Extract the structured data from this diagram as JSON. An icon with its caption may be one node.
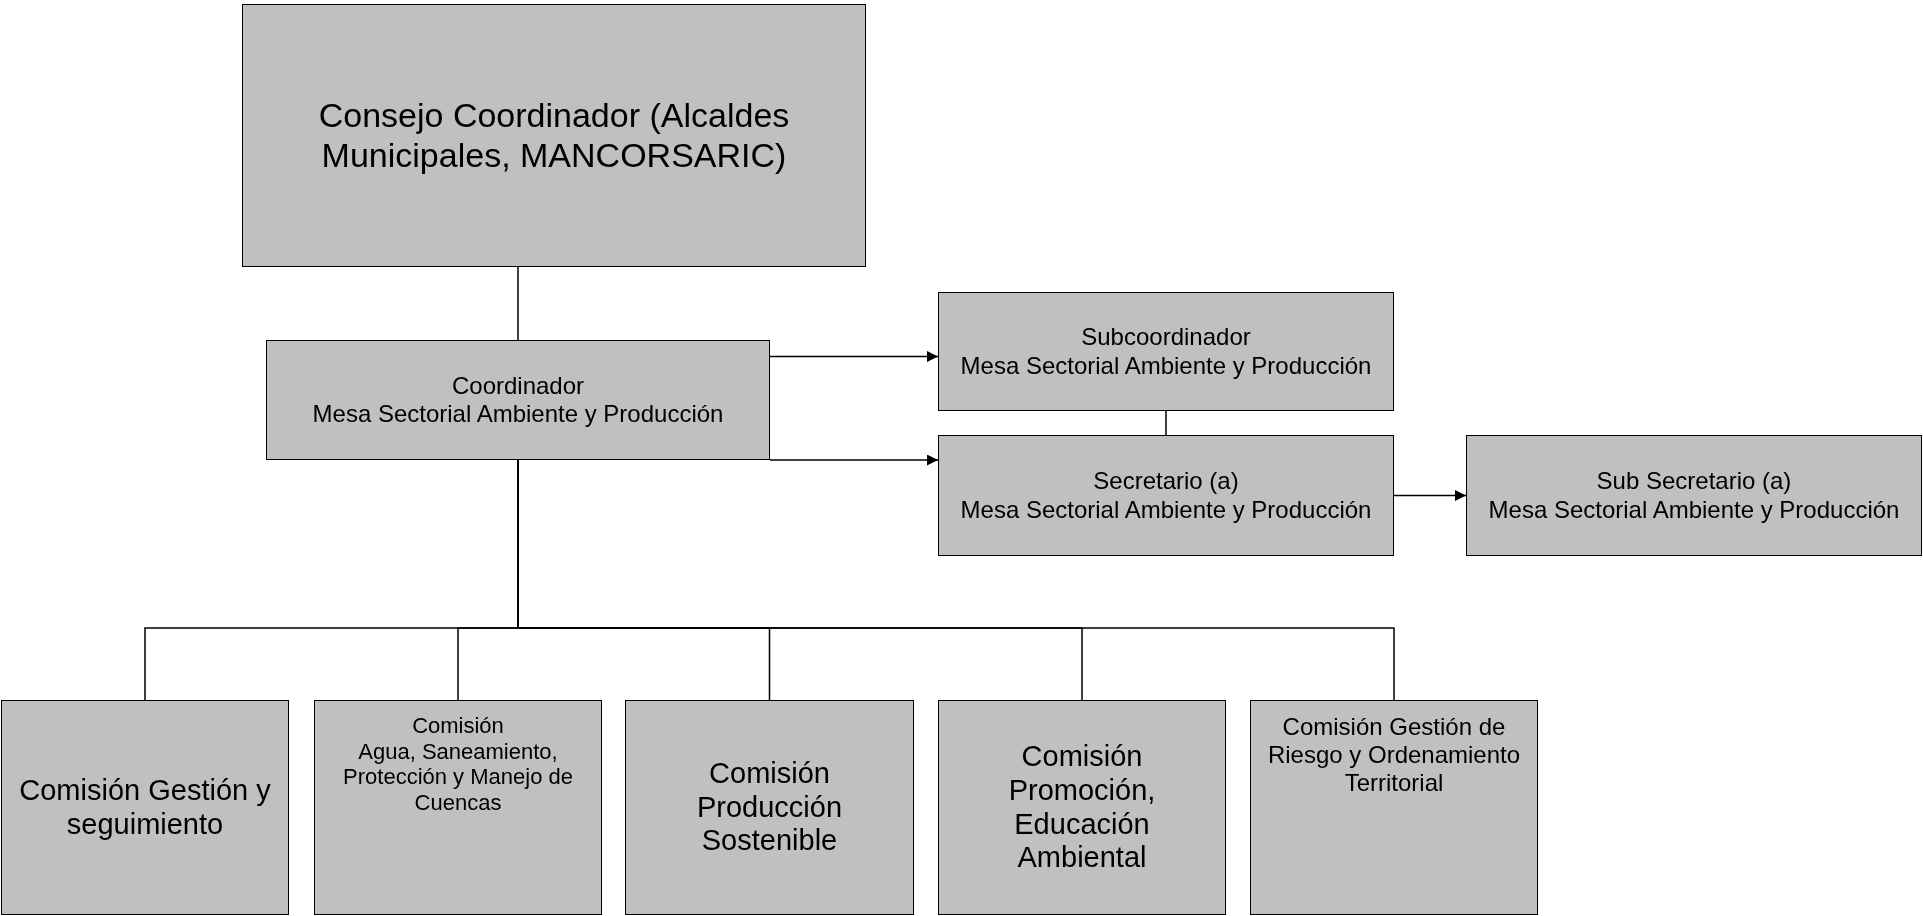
{
  "diagram": {
    "nodes": [
      {
        "text": [
          "Consejo Coordinador (Alcaldes Municipales, MANCORSARIC)"
        ]
      },
      {
        "text": [
          "Coordinador",
          "Mesa Sectorial Ambiente y Producción"
        ]
      },
      {
        "text": [
          "Subcoordinador",
          "Mesa Sectorial Ambiente y Producción"
        ]
      },
      {
        "text": [
          "Secretario (a)",
          "Mesa Sectorial Ambiente y Producción"
        ]
      },
      {
        "text": [
          "Sub Secretario (a)",
          "Mesa Sectorial Ambiente y Producción"
        ]
      },
      {
        "text": [
          "Comisión Gestión y seguimiento"
        ]
      },
      {
        "text": [
          "Comisión",
          "Agua, Saneamiento, Protección y Manejo de Cuencas"
        ]
      },
      {
        "text": [
          "Comisión Producción Sostenible"
        ]
      },
      {
        "text": [
          "Comisión Promoción, Educación Ambiental"
        ]
      },
      {
        "text": [
          "Comisión Gestión de Riesgo y Ordenamiento Territorial"
        ]
      }
    ],
    "edges": [
      {
        "from": 0,
        "to": 1,
        "arrow": "none"
      },
      {
        "from": 1,
        "to": 2,
        "arrow": "to"
      },
      {
        "from": 1,
        "to": 3,
        "arrow": "to"
      },
      {
        "from": 2,
        "to": 3,
        "arrow": "none"
      },
      {
        "from": 3,
        "to": 4,
        "arrow": "to"
      },
      {
        "from": 1,
        "to": 5,
        "arrow": "none"
      },
      {
        "from": 1,
        "to": 6,
        "arrow": "none"
      },
      {
        "from": 1,
        "to": 7,
        "arrow": "none"
      },
      {
        "from": 1,
        "to": 8,
        "arrow": "none"
      },
      {
        "from": 1,
        "to": 9,
        "arrow": "none"
      }
    ]
  }
}
